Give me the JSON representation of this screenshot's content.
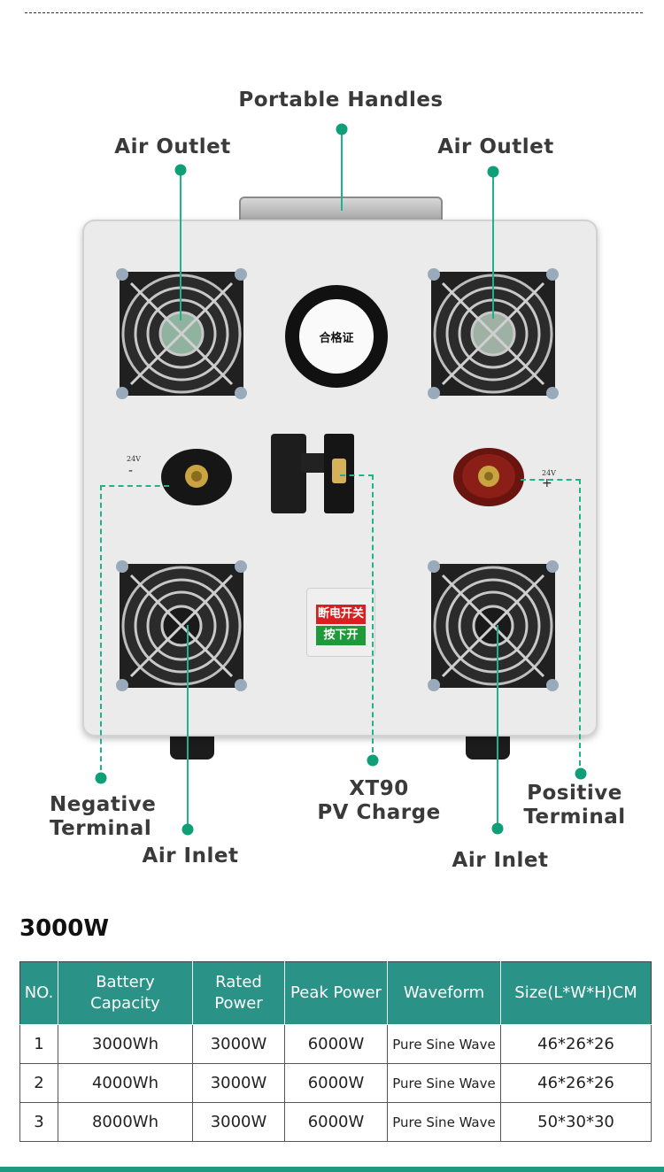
{
  "callouts": {
    "portable_handles": "Portable Handles",
    "air_outlet_left": "Air Outlet",
    "air_outlet_right": "Air Outlet",
    "negative_terminal_1": "Negative",
    "negative_terminal_2": "Terminal",
    "air_inlet_left": "Air Inlet",
    "xt90_1": "XT90",
    "xt90_2": "PV Charge",
    "positive_terminal_1": "Positive",
    "positive_terminal_2": "Terminal",
    "air_inlet_right": "Air Inlet"
  },
  "device": {
    "cert_text": "合格证",
    "neg_voltage": "24V",
    "neg_sign": "-",
    "pos_voltage": "24V",
    "pos_sign": "+",
    "switch_top": "断电开关",
    "switch_bottom": "按下开"
  },
  "section_title": "3000W",
  "table": {
    "headers": [
      "NO.",
      "Battery Capacity",
      "Rated Power",
      "Peak Power",
      "Waveform",
      "Size(L*W*H)CM"
    ],
    "rows": [
      [
        "1",
        "3000Wh",
        "3000W",
        "6000W",
        "Pure Sine Wave",
        "46*26*26"
      ],
      [
        "2",
        "4000Wh",
        "3000W",
        "6000W",
        "Pure Sine Wave",
        "46*26*26"
      ],
      [
        "3",
        "8000Wh",
        "3000W",
        "6000W",
        "Pure Sine Wave",
        "50*30*30"
      ]
    ]
  },
  "colors": {
    "accent": "#20b38a",
    "header_bg": "#2a9287",
    "switch_red": "#d92020",
    "switch_green": "#1e9a3a"
  }
}
